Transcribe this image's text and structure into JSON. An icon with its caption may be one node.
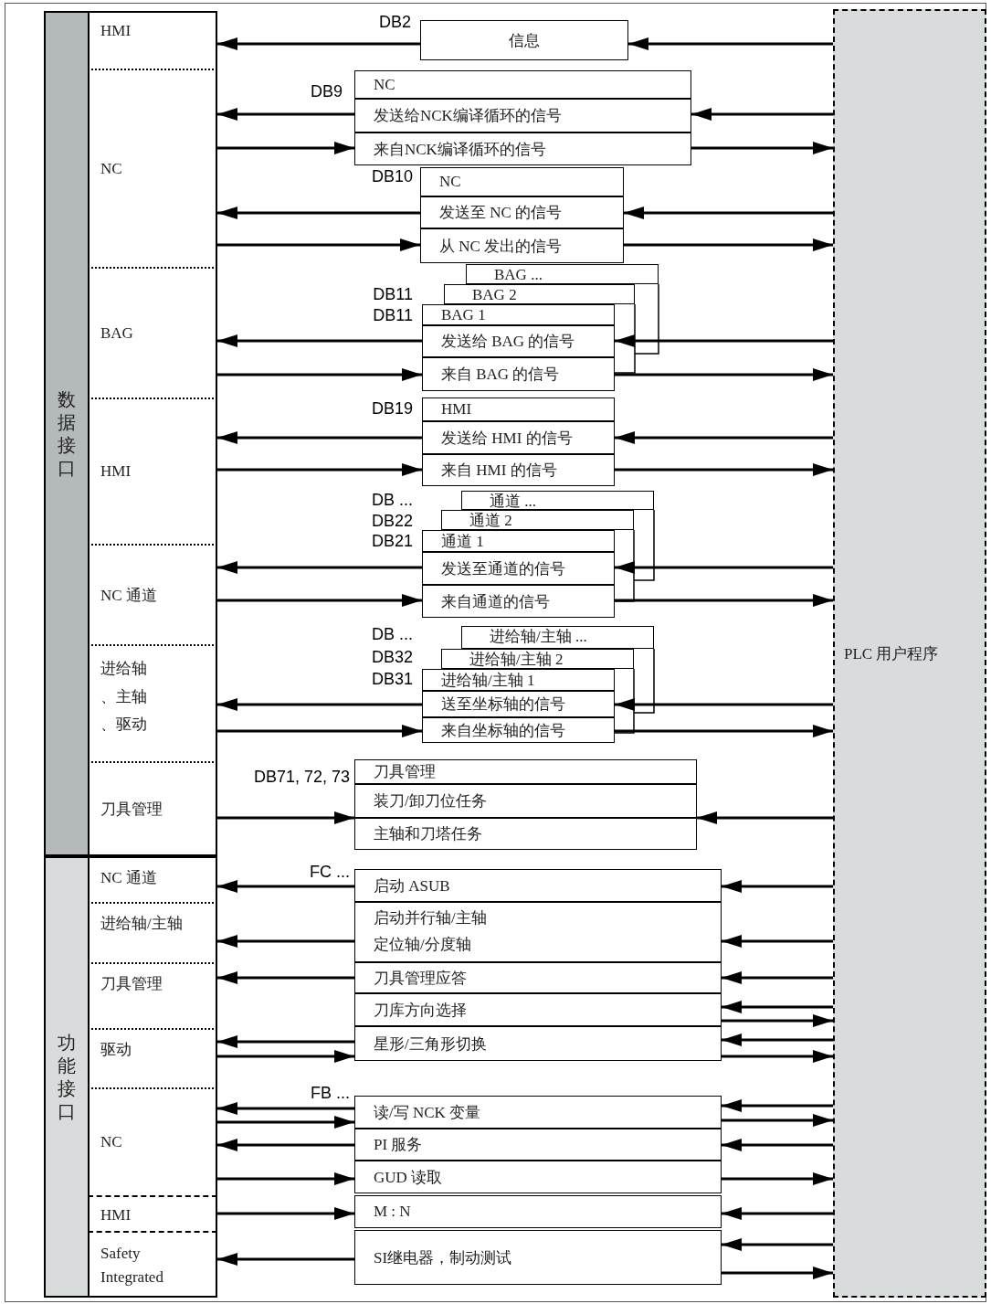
{
  "diagram": {
    "nodes": [
      {
        "text": [
          "数据接口"
        ]
      },
      {
        "text": [
          "HMI"
        ]
      },
      {
        "text": [
          "NC"
        ]
      },
      {
        "text": [
          "BAG"
        ]
      },
      {
        "text": [
          "HMI"
        ]
      },
      {
        "text": [
          "NC 通道"
        ]
      },
      {
        "text": [
          "进给轴、主轴、驱动"
        ]
      },
      {
        "text": [
          "刀具管理"
        ]
      },
      {
        "text": [
          "功能接口"
        ]
      },
      {
        "text": [
          "NC 通道"
        ]
      },
      {
        "text": [
          "进给轴/主轴"
        ]
      },
      {
        "text": [
          "刀具管理"
        ]
      },
      {
        "text": [
          "驱动"
        ]
      },
      {
        "text": [
          "NC"
        ]
      },
      {
        "text": [
          "HMI"
        ]
      },
      {
        "text": [
          "Safety Integrated"
        ]
      },
      {
        "text": [
          "PLC 用户程序"
        ]
      },
      {
        "text": [
          "信息"
        ],
        "beside": [
          "DB2"
        ]
      },
      {
        "text": [
          "NC"
        ],
        "beside": [
          "DB9"
        ]
      },
      {
        "text": [
          "发送给NCK编译循环的信号"
        ]
      },
      {
        "text": [
          "来自NCK编译循环的信号"
        ]
      },
      {
        "text": [
          "NC"
        ],
        "beside": [
          "DB10"
        ]
      },
      {
        "text": [
          "发送至 NC 的信号"
        ]
      },
      {
        "text": [
          "从 NC 发出的信号"
        ]
      },
      {
        "text": [
          "BAG ..."
        ]
      },
      {
        "text": [
          "BAG 2"
        ]
      },
      {
        "text": [
          "BAG 1"
        ],
        "beside": [
          "DB11"
        ]
      },
      {
        "text": [
          "发送给 BAG 的信号"
        ]
      },
      {
        "text": [
          "来自 BAG 的信号"
        ]
      },
      {
        "text": [
          "HMI"
        ],
        "beside": [
          "DB19"
        ]
      },
      {
        "text": [
          "发送给 HMI 的信号"
        ]
      },
      {
        "text": [
          "来自 HMI 的信号"
        ]
      },
      {
        "text": [
          "通道 ..."
        ]
      },
      {
        "text": [
          "通道 2"
        ]
      },
      {
        "text": [
          "通道 1"
        ],
        "beside": [
          "DB21"
        ]
      },
      {
        "text": [
          "发送至通道的信号"
        ]
      },
      {
        "text": [
          "来自通道的信号"
        ]
      },
      {
        "text": [
          "进给轴/主轴 ..."
        ]
      },
      {
        "text": [
          "进给轴/主轴 2"
        ]
      },
      {
        "text": [
          "进给轴/主轴 1"
        ],
        "beside": [
          "DB31"
        ]
      },
      {
        "text": [
          "送至坐标轴的信号"
        ]
      },
      {
        "text": [
          "来自坐标轴的信号"
        ]
      },
      {
        "text": [
          "刀具管理"
        ],
        "beside": [
          "DB71, 72, 73"
        ]
      },
      {
        "text": [
          "装刀/卸刀位任务"
        ]
      },
      {
        "text": [
          "主轴和刀塔任务"
        ]
      },
      {
        "text": [
          "启动 ASUB"
        ],
        "beside": [
          "FC ..."
        ]
      },
      {
        "text": [
          "启动并行轴/主轴定位轴/分度轴"
        ]
      },
      {
        "text": [
          "刀具管理应答"
        ]
      },
      {
        "text": [
          "刀库方向选择"
        ]
      },
      {
        "text": [
          "星形/三角形切换"
        ]
      },
      {
        "text": [
          "读/写 NCK 变量"
        ],
        "beside": [
          "FB ..."
        ]
      },
      {
        "text": [
          "PI 服务"
        ]
      },
      {
        "text": [
          "GUD 读取"
        ]
      },
      {
        "text": [
          "M : N"
        ]
      },
      {
        "text": [
          "SI继电器，制动测试"
        ]
      }
    ],
    "edges": [
      {
        "from": 17,
        "to": 1,
        "arrow": "to"
      },
      {
        "from": 16,
        "to": 17,
        "arrow": "to"
      },
      {
        "from": 19,
        "to": 2,
        "arrow": "to"
      },
      {
        "from": 2,
        "to": 20,
        "arrow": "to"
      },
      {
        "from": 16,
        "to": 19,
        "arrow": "to"
      },
      {
        "from": 20,
        "to": 16,
        "arrow": "to"
      },
      {
        "from": 22,
        "to": 2,
        "arrow": "to"
      },
      {
        "from": 2,
        "to": 23,
        "arrow": "to"
      },
      {
        "from": 16,
        "to": 22,
        "arrow": "to"
      },
      {
        "from": 23,
        "to": 16,
        "arrow": "to"
      },
      {
        "from": 27,
        "to": 3,
        "arrow": "to"
      },
      {
        "from": 3,
        "to": 28,
        "arrow": "to"
      },
      {
        "from": 16,
        "to": 27,
        "arrow": "to"
      },
      {
        "from": 28,
        "to": 16,
        "arrow": "to"
      },
      {
        "from": 30,
        "to": 4,
        "arrow": "to"
      },
      {
        "from": 4,
        "to": 31,
        "arrow": "to"
      },
      {
        "from": 16,
        "to": 30,
        "arrow": "to"
      },
      {
        "from": 31,
        "to": 16,
        "arrow": "to"
      },
      {
        "from": 35,
        "to": 5,
        "arrow": "to"
      },
      {
        "from": 5,
        "to": 36,
        "arrow": "to"
      },
      {
        "from": 16,
        "to": 35,
        "arrow": "to"
      },
      {
        "from": 36,
        "to": 16,
        "arrow": "to"
      },
      {
        "from": 40,
        "to": 6,
        "arrow": "to"
      },
      {
        "from": 6,
        "to": 41,
        "arrow": "to"
      },
      {
        "from": 16,
        "to": 40,
        "arrow": "to"
      },
      {
        "from": 41,
        "to": 16,
        "arrow": "to"
      },
      {
        "from": 7,
        "to": 43,
        "arrow": "to"
      },
      {
        "from": 16,
        "to": 43,
        "arrow": "to"
      },
      {
        "from": 45,
        "to": 9,
        "arrow": "to"
      },
      {
        "from": 16,
        "to": 45,
        "arrow": "to"
      },
      {
        "from": 46,
        "to": 10,
        "arrow": "to"
      },
      {
        "from": 16,
        "to": 46,
        "arrow": "to"
      },
      {
        "from": 47,
        "to": 11,
        "arrow": "to"
      },
      {
        "from": 16,
        "to": 47,
        "arrow": "to"
      },
      {
        "from": 16,
        "to": 48,
        "arrow": "to"
      },
      {
        "from": 48,
        "to": 16,
        "arrow": "to"
      },
      {
        "from": 49,
        "to": 12,
        "arrow": "to"
      },
      {
        "from": 12,
        "to": 49,
        "arrow": "to"
      },
      {
        "from": 16,
        "to": 49,
        "arrow": "to"
      },
      {
        "from": 49,
        "to": 16,
        "arrow": "to"
      },
      {
        "from": 50,
        "to": 13,
        "arrow": "to"
      },
      {
        "from": 13,
        "to": 50,
        "arrow": "to"
      },
      {
        "from": 16,
        "to": 50,
        "arrow": "to"
      },
      {
        "from": 50,
        "to": 16,
        "arrow": "to"
      },
      {
        "from": 51,
        "to": 13,
        "arrow": "to"
      },
      {
        "from": 16,
        "to": 51,
        "arrow": "to"
      },
      {
        "from": 13,
        "to": 52,
        "arrow": "to"
      },
      {
        "from": 52,
        "to": 16,
        "arrow": "to"
      },
      {
        "from": 14,
        "to": 53,
        "arrow": "to"
      },
      {
        "from": 16,
        "to": 53,
        "arrow": "to"
      },
      {
        "from": 54,
        "to": 15,
        "arrow": "to"
      },
      {
        "from": 16,
        "to": 54,
        "arrow": "to"
      },
      {
        "from": 54,
        "to": 16,
        "arrow": "to"
      }
    ],
    "labels": [
      "DB11",
      "DB ...",
      "DB22",
      "DB ...",
      "DB32"
    ]
  }
}
